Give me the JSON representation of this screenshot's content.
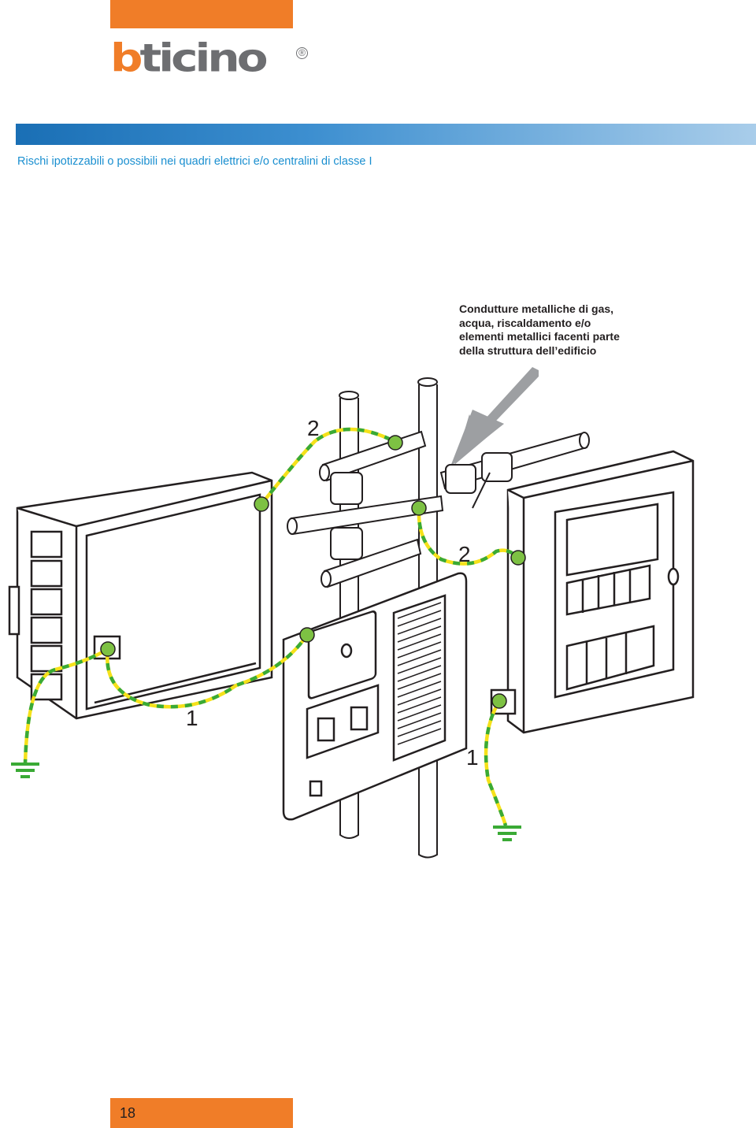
{
  "brand": {
    "first": "b",
    "rest": "ticino",
    "registered": "®"
  },
  "section_title": "Rischi ipotizzabili o possibili nei quadri elettrici e/o centralini di classe I",
  "callout": [
    "Condutture metalliche di gas,",
    "acqua, riscaldamento e/o",
    "elementi metallici facenti parte",
    "della struttura dell’edificio"
  ],
  "labels": {
    "two_left": "2",
    "two_right": "2",
    "one_left": "1",
    "one_right": "1"
  },
  "page_number": "18",
  "colors": {
    "orange": "#f07d28",
    "blue": "#1a6fb5",
    "title_blue": "#1a8fd0",
    "ground_green": "#3aaa35",
    "wire_yellow": "#f5e11a"
  }
}
